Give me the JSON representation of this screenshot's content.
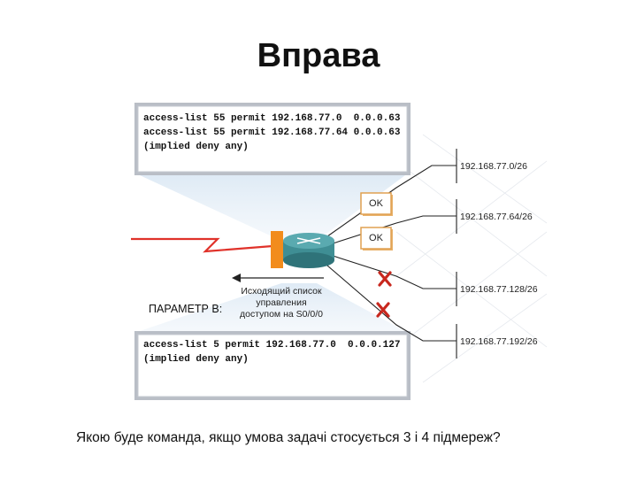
{
  "title": "Вправа",
  "top_acl": {
    "lines": [
      "access-list 55 permit 192.168.77.0  0.0.0.63",
      "access-list 55 permit 192.168.77.64 0.0.0.63",
      "(implied deny any)"
    ]
  },
  "bottom_acl": {
    "lines": [
      "access-list 5 permit 192.168.77.0  0.0.0.127",
      "(implied deny any)"
    ]
  },
  "subnets": [
    "192.168.77.0/26",
    "192.168.77.64/26",
    "192.168.77.128/26",
    "192.168.77.192/26"
  ],
  "ok_labels": [
    "OK",
    "OK"
  ],
  "deny_marks": [
    "X",
    "X"
  ],
  "param_label": "ПАРАМЕТР B:",
  "acl_note": [
    "Исходящий список",
    "управления",
    "доступом на S0/0/0"
  ],
  "question": "Якою буде команда, якщо умова задачі стосується 3 і 4 підмереж?",
  "colors": {
    "serial_link": "#e0322a",
    "interface": "#f28c1c",
    "router": "#3f8e94",
    "deny_x": "#c8281e",
    "beam": "#dbe8f4"
  }
}
